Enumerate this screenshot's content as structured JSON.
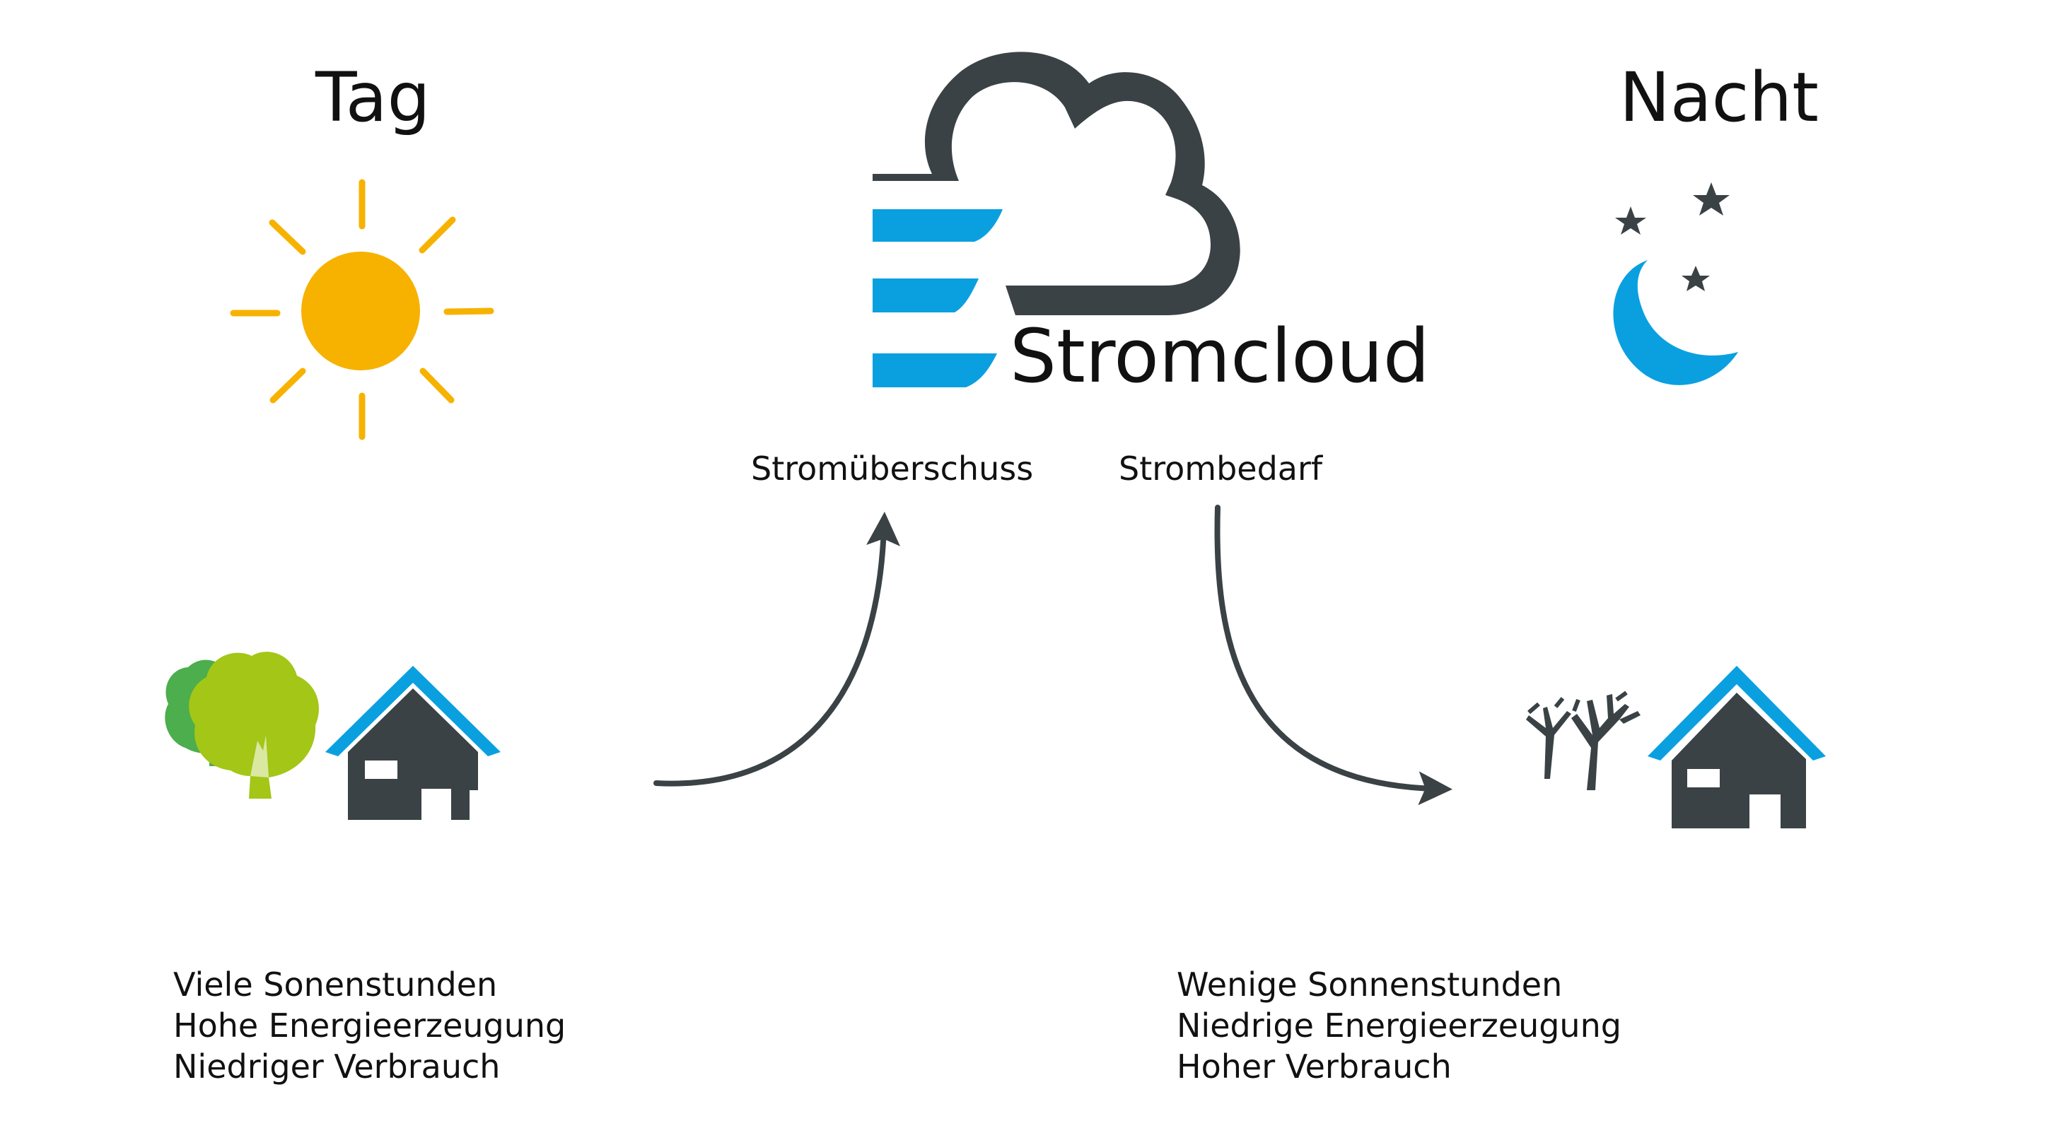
{
  "headings": {
    "day": "Tag",
    "night": "Nacht"
  },
  "brand": {
    "name": "Stromcloud",
    "icon": "cloud-icon"
  },
  "flows": {
    "surplus": "Stromüberschuss",
    "demand": "Strombedarf"
  },
  "day": {
    "icons": [
      "sun-icon",
      "trees-icon",
      "house-icon"
    ],
    "lines": [
      "Viele Sonenstunden",
      "Hohe Energieerzeugung",
      "Niedriger Verbrauch"
    ]
  },
  "night": {
    "icons": [
      "moon-icon",
      "star-icon",
      "bare-trees-icon",
      "house-icon"
    ],
    "lines": [
      "Wenige Sonnenstunden",
      "Niedrige Energieerzeugung",
      "Hoher Verbrauch"
    ]
  },
  "colors": {
    "dark": "#3a4245",
    "blue": "#0aa0e0",
    "sun": "#f7b200",
    "tree_green": "#a3c617",
    "tree_dark_green": "#4cae4c"
  }
}
